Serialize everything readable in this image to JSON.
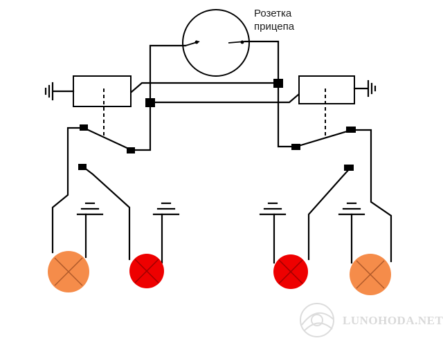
{
  "diagram": {
    "socket_label_line1": "Розетка",
    "socket_label_line2": "прицепа"
  },
  "watermark": {
    "text": "LUNOHODA.NET"
  },
  "colors": {
    "wire": "#000000",
    "turn_lamp": "#f58c4a",
    "stop_lamp": "#ee0000",
    "lamp_cross": "#b05a2a",
    "watermark": "#d9d9d9"
  }
}
